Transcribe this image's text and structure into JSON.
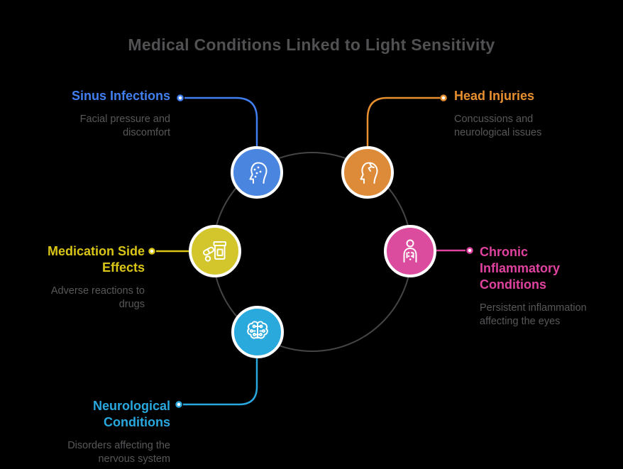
{
  "title": {
    "text": "Medical Conditions Linked to Light Sensitivity",
    "color": "#515154"
  },
  "background_color": "#000000",
  "ring_color": "#454548",
  "nodes": [
    {
      "id": "sinus-infections",
      "label": "Sinus Infections",
      "description": "Facial pressure and discomfort",
      "accent_color": "#417ff0",
      "circle_color": "#4a86e0",
      "icon": "sinus-head-icon",
      "position": "top-left"
    },
    {
      "id": "head-injuries",
      "label": "Head Injuries",
      "description": "Concussions and neurological issues",
      "accent_color": "#e89030",
      "circle_color": "#dd8b38",
      "icon": "head-injury-icon",
      "position": "top-right"
    },
    {
      "id": "medication-side-effects",
      "label": "Medication Side Effects",
      "description": "Adverse reactions to drugs",
      "accent_color": "#d9c516",
      "circle_color": "#d3c62c",
      "icon": "medication-pills-icon",
      "position": "middle-left"
    },
    {
      "id": "chronic-inflammatory-conditions",
      "label": "Chronic Inflammatory Conditions",
      "description": "Persistent inflammation affecting the eyes",
      "accent_color": "#e0439f",
      "circle_color": "#dc4c9e",
      "icon": "inflammation-body-icon",
      "position": "middle-right"
    },
    {
      "id": "neurological-conditions",
      "label": "Neurological Conditions",
      "description": "Disorders affecting the nervous system",
      "accent_color": "#29a8df",
      "circle_color": "#29a9dc",
      "icon": "brain-circuit-icon",
      "position": "bottom"
    }
  ]
}
